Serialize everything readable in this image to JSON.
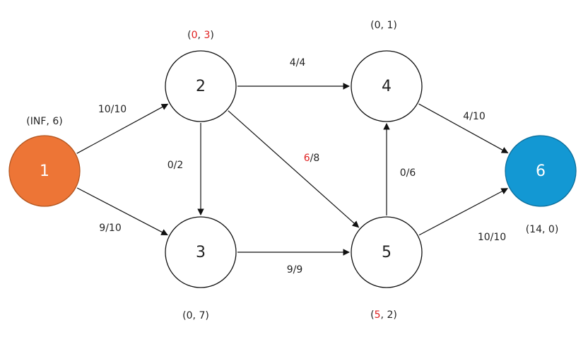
{
  "colors": {
    "source_fill": "#ED7536",
    "source_stroke": "#B2551F",
    "sink_fill": "#1398D3",
    "sink_stroke": "#0C6E9B",
    "node_fill": "#ffffff",
    "node_stroke": "#111111",
    "edge": "#111111",
    "text": "#222222",
    "highlight": "#e02020"
  },
  "nodes": [
    {
      "id": "1",
      "label": "1",
      "role": "source"
    },
    {
      "id": "2",
      "label": "2",
      "role": "normal"
    },
    {
      "id": "3",
      "label": "3",
      "role": "normal"
    },
    {
      "id": "4",
      "label": "4",
      "role": "normal"
    },
    {
      "id": "5",
      "label": "5",
      "role": "normal"
    },
    {
      "id": "6",
      "label": "6",
      "role": "sink"
    }
  ],
  "node_annotations": {
    "1": {
      "open": "(",
      "a": "INF",
      "sep": ", ",
      "b": "6",
      "close": ")"
    },
    "2": {
      "open": "(",
      "a": "0",
      "sep": ", ",
      "b": "3",
      "close": ")",
      "a_red": true,
      "b_red": true
    },
    "3": {
      "open": "(",
      "a": "0",
      "sep": ", ",
      "b": "7",
      "close": ")"
    },
    "4": {
      "open": "(",
      "a": "0",
      "sep": ", ",
      "b": "1",
      "close": ")"
    },
    "5": {
      "open": "(",
      "a": "5",
      "sep": ", ",
      "b": "2",
      "close": ")",
      "a_red": true
    },
    "6": {
      "open": "(",
      "a": "14",
      "sep": ", ",
      "b": "0",
      "close": ")"
    }
  },
  "edges": [
    {
      "from": "1",
      "to": "2",
      "flow": "10",
      "cap": "10"
    },
    {
      "from": "1",
      "to": "3",
      "flow": "9",
      "cap": "10"
    },
    {
      "from": "2",
      "to": "3",
      "flow": "0",
      "cap": "2"
    },
    {
      "from": "2",
      "to": "4",
      "flow": "4",
      "cap": "4"
    },
    {
      "from": "2",
      "to": "5",
      "flow": "6",
      "cap": "8",
      "flow_red": true
    },
    {
      "from": "3",
      "to": "5",
      "flow": "9",
      "cap": "9"
    },
    {
      "from": "5",
      "to": "4",
      "flow": "0",
      "cap": "6"
    },
    {
      "from": "4",
      "to": "6",
      "flow": "4",
      "cap": "10"
    },
    {
      "from": "5",
      "to": "6",
      "flow": "10",
      "cap": "10"
    }
  ]
}
